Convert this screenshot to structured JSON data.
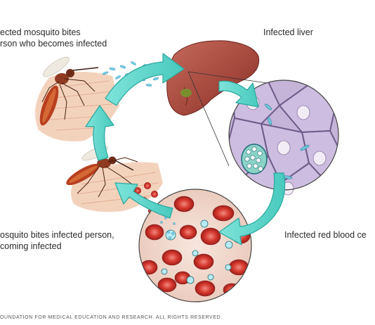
{
  "labels": {
    "mosquito_bites_person_line1": "ected mosquito bites",
    "mosquito_bites_person_line2": "rson who becomes infected",
    "infected_liver": "Infected liver",
    "mosquito_bites_infected_line1": "osquito bites infected person,",
    "mosquito_bites_infected_line2": "coming infected",
    "infected_red_blood_cells": "Infected red blood ce"
  },
  "copyright": "OUNDATION FOR MEDICAL EDUCATION AND RESEARCH. ALL RIGHTS RESERVED.",
  "colors": {
    "arrow": "#5fd6cc",
    "arrow_stroke": "#2aa79d",
    "liver": "#a8483c",
    "liver_cell": "#c5b3d8",
    "red_blood_cell": "#d33a33",
    "plasma": "#f0d7ca",
    "skin": "#efc3a6",
    "mosquito": "#b8401f"
  }
}
